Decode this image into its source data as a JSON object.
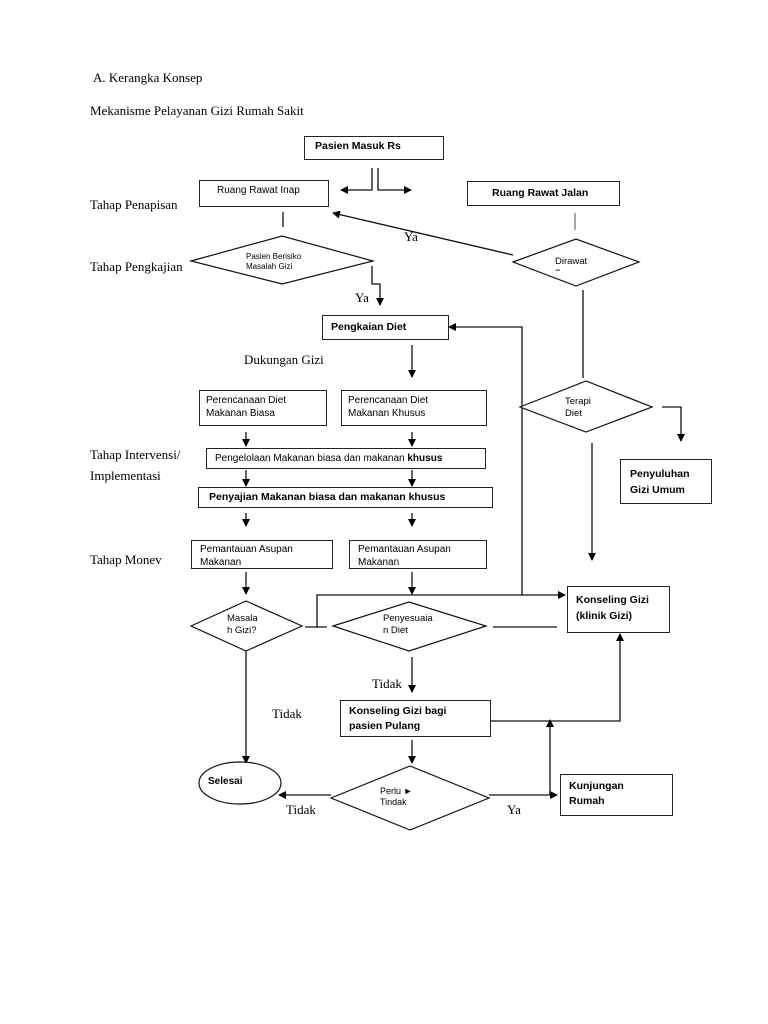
{
  "heading": "A.  Kerangka Konsep",
  "subtitle": "Mekanisme Pelayanan Gizi Rumah Sakit",
  "stages": {
    "penapisan": "Tahap Penapisan",
    "pengkajian": "Tahap Pengkajian",
    "dukungan": "Dukungan Gizi",
    "intervensi": "Tahap Intervensi/",
    "implementasi": "Implementasi",
    "monev": "Tahap Monev"
  },
  "nodes": {
    "pasien_masuk": "Pasien  Masuk Rs",
    "rawat_inap": "Ruang  Rawat Inap",
    "rawat_jalan": "Ruang  Rawat Jalan",
    "berisiko": [
      "Pasien Berisiko",
      "Masalah Gizi"
    ],
    "dirawat": [
      "Dirawat",
      "?"
    ],
    "pengkaian": "Pengkaian Diet",
    "renc_biasa": [
      "Perencanaan Diet",
      "Makanan  Biasa"
    ],
    "renc_khusus": [
      "Perencanaan Diet",
      "Makanan Khusus"
    ],
    "terapi": [
      "Terapi",
      "Diet"
    ],
    "pengelolaan": "Pengelolaan Makanan biasa dan makanan",
    "pengelolaan_bold": "khusus",
    "penyajian": "Penyajian  Makanan biasa dan makanan khusus",
    "penyuluhan": [
      "Penyuluhan",
      "Gizi Umum"
    ],
    "pemantauan_1": [
      "Pemantauan Asupan",
      "Makanan"
    ],
    "pemantauan_2": [
      "Pemantauan Asupan",
      "Makanan"
    ],
    "konseling": [
      "Konseling Gizi",
      "(klinik Gizi)"
    ],
    "masalah": [
      "Masala",
      "h Gizi?"
    ],
    "penyesuaian": [
      "Penyesuaia",
      "n Diet"
    ],
    "konseling_pulang": [
      "Konseling  Gizi bagi",
      "pasien Pulang"
    ],
    "selesai": "Selesai",
    "perlu": [
      "Perlu  ►",
      "Tindak"
    ],
    "kunjungan": [
      "Kunjungan",
      "Rumah"
    ]
  },
  "edge_labels": {
    "ya_dirawat": "Ya",
    "ya_berisiko": "Ya",
    "tidak_penyesuaian": "Tidak",
    "tidak_masalah": "Tidak",
    "tidak_perlu": "Tidak",
    "ya_perlu": "Ya"
  }
}
